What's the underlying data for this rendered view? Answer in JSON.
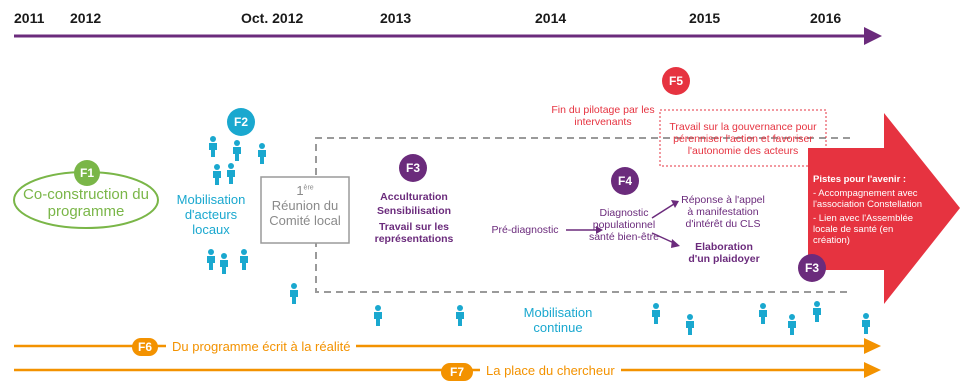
{
  "colors": {
    "purple": "#6b2b7c",
    "teal": "#1aa8cf",
    "red": "#e63340",
    "green": "#7ab648",
    "orange": "#f39200",
    "gray": "#8a8a8a"
  },
  "timeline": {
    "years": [
      "2011",
      "2012",
      "Oct. 2012",
      "2013",
      "2014",
      "2015",
      "2016"
    ]
  },
  "badges": {
    "f1": "F1",
    "f2": "F2",
    "f3a": "F3",
    "f3b": "F3",
    "f4": "F4",
    "f5": "F5",
    "f6": "F6",
    "f7": "F7"
  },
  "labels": {
    "coconstruction": "Co-construction du programme",
    "mobilisation_acteurs": "Mobilisation d'acteurs locaux",
    "reunion_sup": "ère",
    "reunion_num": "1",
    "reunion": "Réunion du Comité local",
    "acculturation": "Acculturation",
    "sensibilisation": "Sensibilisation",
    "travail_repr": "Travail sur les représentations",
    "prediagnostic": "Pré-diagnostic",
    "diagnostic": "Diagnostic populationnel santé bien-être",
    "reponse_appel": "Réponse à l'appel à manifestation d'intérêt du CLS",
    "elaboration": "Elaboration d'un plaidoyer",
    "fin_pilotage": "Fin du pilotage par les intervenants",
    "gouvernance": "Travail sur la gouvernance pour pérenniser l'action et favoriser l'autonomie des acteurs",
    "mobilisation_continue": "Mobilisation continue",
    "f6_text": "Du programme écrit à la réalité",
    "f7_text": "La place du chercheur"
  },
  "pistes": {
    "title": "Pistes pour l'avenir :",
    "item1": "- Accompagnement avec l'association Constellation",
    "item2": "- Lien avec l'Assemblée locale de santé (en création)"
  },
  "icons": {
    "person": "person-icon"
  }
}
